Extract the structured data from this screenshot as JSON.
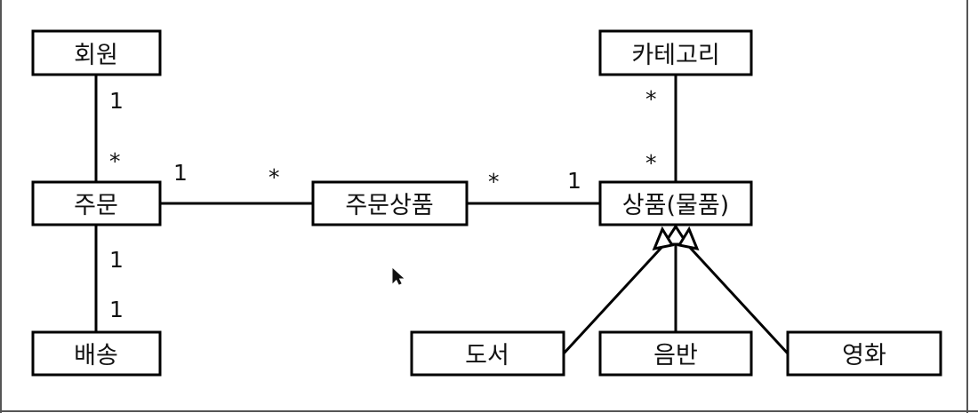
{
  "classes": {
    "member": "회원",
    "order": "주문",
    "delivery": "배송",
    "order_item": "주문상품",
    "category": "카테고리",
    "item": "상품(물품)",
    "book": "도서",
    "album": "음반",
    "movie": "영화"
  },
  "multiplicities": {
    "member_order_member_end": "1",
    "member_order_order_end": "*",
    "order_orderitem_order_end": "1",
    "order_orderitem_orderitem_end": "*",
    "orderitem_item_orderitem_end": "*",
    "orderitem_item_item_end": "1",
    "category_item_category_end": "*",
    "category_item_item_end": "*",
    "order_delivery_order_end": "1",
    "order_delivery_delivery_end": "1"
  },
  "colors": {
    "stroke": "#000000",
    "fill": "#ffffff",
    "text": "#111111"
  }
}
